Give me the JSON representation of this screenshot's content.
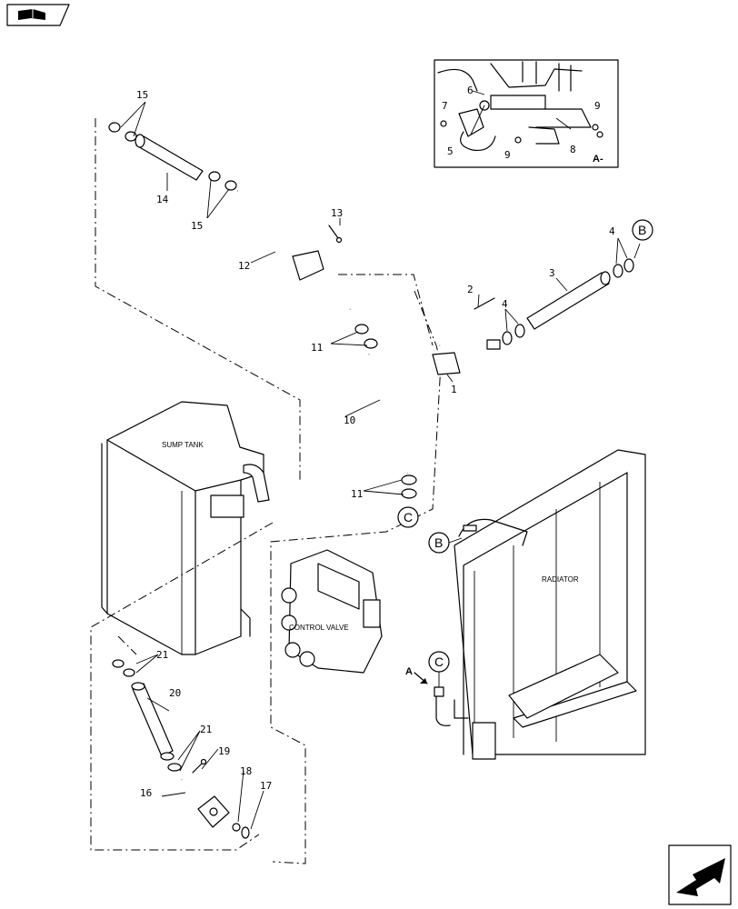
{
  "labels": {
    "sump_tank": "SUMP TANK",
    "radiator": "RADIATOR",
    "control_valve": "CONTROL VALVE",
    "view_a": "A-",
    "arrow_a": "A"
  },
  "connectors": {
    "b": "B",
    "c": "C"
  },
  "parts": {
    "p1": "1",
    "p2": "2",
    "p3": "3",
    "p4": "4",
    "p5": "5",
    "p6": "6",
    "p7": "7",
    "p8": "8",
    "p9": "9",
    "p10": "10",
    "p11": "11",
    "p12": "12",
    "p13": "13",
    "p14": "14",
    "p15": "15",
    "p16": "16",
    "p17": "17",
    "p18": "18",
    "p19": "19",
    "p20": "20",
    "p21": "21"
  },
  "icons": {
    "top_left": "book-icon",
    "bottom_right": "next-arrow-icon"
  }
}
